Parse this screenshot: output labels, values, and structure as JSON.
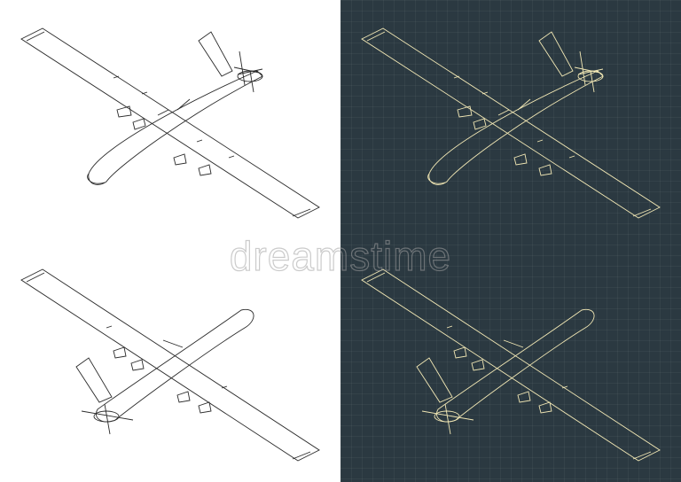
{
  "watermark": {
    "text": "dreamstime"
  },
  "colors": {
    "light_bg": "#ffffff",
    "light_line": "#2a2a2a",
    "dark_bg": "#2b3941",
    "dark_line": "#f2e8b5"
  },
  "panels": [
    {
      "name": "top-left",
      "theme": "light"
    },
    {
      "name": "top-right",
      "theme": "dark"
    },
    {
      "name": "bottom-left",
      "theme": "light"
    },
    {
      "name": "bottom-right",
      "theme": "dark"
    }
  ]
}
